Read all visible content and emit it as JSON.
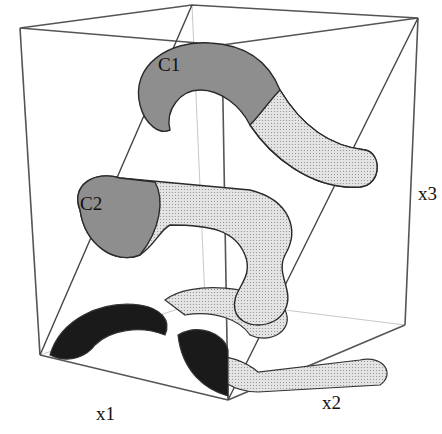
{
  "diagram": {
    "nodes": [
      {
        "text": [
          "C1"
        ]
      },
      {
        "text": [
          "C2"
        ]
      }
    ],
    "labels": [
      "x1",
      "x2",
      "x3"
    ]
  }
}
